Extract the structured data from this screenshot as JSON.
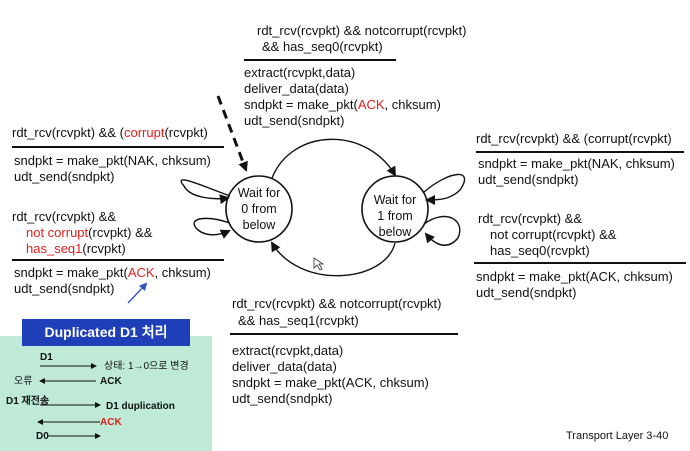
{
  "top_transition": {
    "event_lines": [
      "rdt_rcv(rcvpkt) && notcorrupt(rcvpkt)",
      "&& has_seq0(rcvpkt)"
    ],
    "action_lines": [
      [
        {
          "text": "extract(rcvpkt,data)"
        }
      ],
      [
        {
          "text": "deliver_data(data)"
        }
      ],
      [
        {
          "text": "sndpkt = make_pkt("
        },
        {
          "text": "ACK",
          "red": true
        },
        {
          "text": ", chksum)"
        }
      ],
      [
        {
          "text": "udt_send(sndpkt)"
        }
      ]
    ]
  },
  "left_nak_transition": {
    "event_lines": [
      [
        {
          "text": "rdt_rcv(rcvpkt) && ("
        },
        {
          "text": "corrupt",
          "red": true
        },
        {
          "text": "(rcvpkt)"
        }
      ]
    ],
    "action_lines": [
      "sndpkt = make_pkt(NAK, chksum)",
      "udt_send(sndpkt)"
    ]
  },
  "left_dup_transition": {
    "event_lines": [
      [
        {
          "text": "rdt_rcv(rcvpkt) &&"
        }
      ],
      [
        {
          "text": "not corrupt",
          "red": true
        },
        {
          "text": "(rcvpkt) &&"
        }
      ],
      [
        {
          "text": "has_seq1",
          "red": true
        },
        {
          "text": "(rcvpkt)"
        }
      ]
    ],
    "action_lines": [
      [
        {
          "text": "sndpkt = make_pkt("
        },
        {
          "text": "ACK",
          "red": true
        },
        {
          "text": ", chksum)"
        }
      ],
      [
        {
          "text": "udt_send(sndpkt)"
        }
      ]
    ]
  },
  "right_nak_transition": {
    "event_lines": [
      "rdt_rcv(rcvpkt) && (corrupt(rcvpkt)"
    ],
    "action_lines": [
      "sndpkt = make_pkt(NAK, chksum)",
      "udt_send(sndpkt)"
    ]
  },
  "right_dup_transition": {
    "event_lines": [
      "rdt_rcv(rcvpkt) &&",
      "not corrupt(rcvpkt) &&",
      "has_seq0(rcvpkt)"
    ],
    "action_lines": [
      "sndpkt = make_pkt(ACK, chksum)",
      "udt_send(sndpkt)"
    ]
  },
  "bottom_transition": {
    "event_lines": [
      "rdt_rcv(rcvpkt) && notcorrupt(rcvpkt)",
      "&& has_seq1(rcvpkt)"
    ],
    "action_lines": [
      "extract(rcvpkt,data)",
      "deliver_data(data)",
      "sndpkt = make_pkt(ACK, chksum)",
      "udt_send(sndpkt)"
    ]
  },
  "states": {
    "wait0": [
      "Wait for",
      "0 from",
      "below"
    ],
    "wait1": [
      "Wait for",
      "1 from",
      "below"
    ]
  },
  "dup_box": {
    "title": "Duplicated D1 처리",
    "d1": "D1",
    "state_note": "상태: 1→0으로 변경",
    "error": "오류",
    "ack1": "ACK",
    "resend": "D1 재전송",
    "dup_label": "D1 duplication",
    "ack2": "ACK",
    "d0": "D0"
  },
  "footer": "Transport Layer 3-40",
  "colors": {
    "highlight_red": "#e0201c",
    "box_title_bg": "#1e3fb8",
    "box_body_bg": "#bfead8"
  }
}
